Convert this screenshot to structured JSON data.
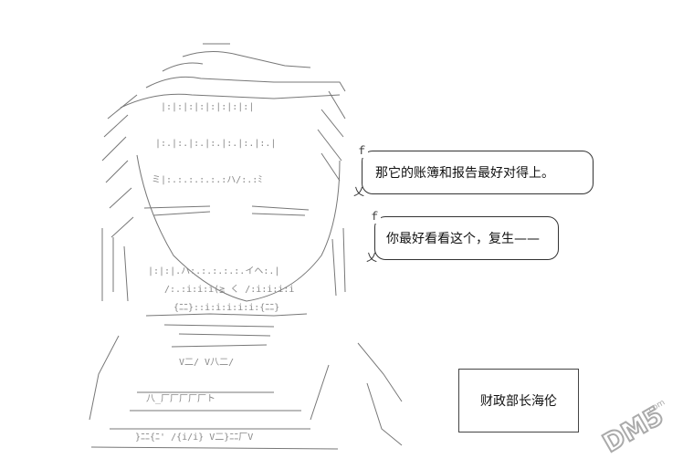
{
  "bubbles": [
    {
      "text": "那它的账簿和报告最好对得上。"
    },
    {
      "text": "你最好看看这个，复生——"
    }
  ],
  "caption": {
    "text": "财政部长海伦"
  },
  "watermark": {
    "text": "DM5",
    "suffix": ".com"
  },
  "colors": {
    "ink": "#333333",
    "watermark": "#aaaaaa"
  }
}
